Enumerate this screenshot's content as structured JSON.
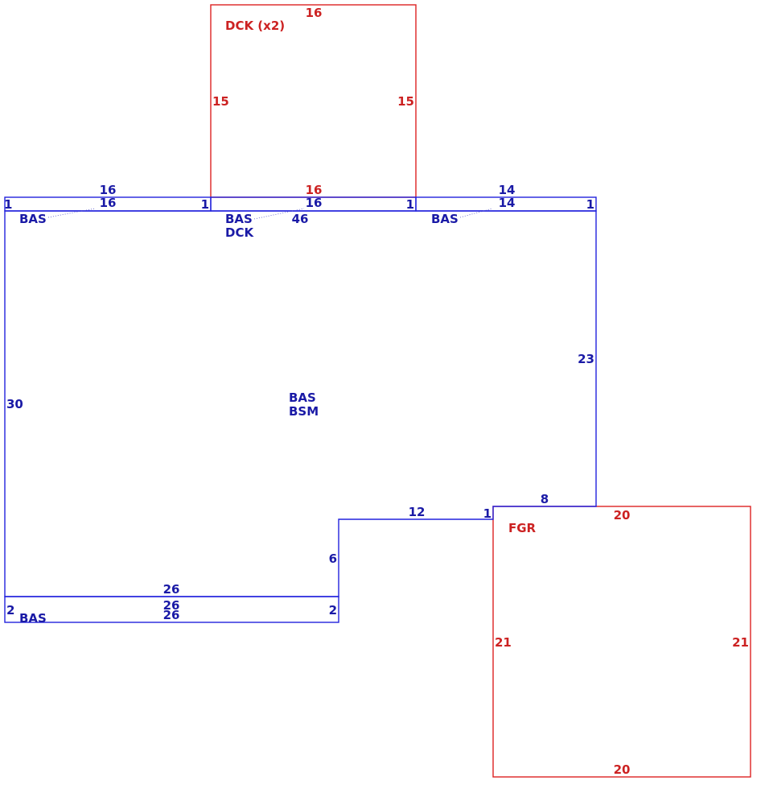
{
  "colors": {
    "blue": "#1a1aa6",
    "blue_line": "#2222dd",
    "red": "#cc2222",
    "red_line": "#dd2222"
  },
  "areas": {
    "deck_top": "DCK (x2)",
    "bas_strip_left": "BAS",
    "bas_strip_mid": "BAS",
    "dck_strip_mid": "DCK",
    "bas_strip_right": "BAS",
    "main_bas": "BAS",
    "main_bsm": "BSM",
    "fgr": "FGR",
    "bas_bottom": "BAS"
  },
  "dims": {
    "deck_top": "16",
    "deck_left": "15",
    "deck_right": "15",
    "deck_bottom": "16",
    "strip_left_top_outer": "16",
    "strip_left_top_inner": "16",
    "strip_left_end_left": "1",
    "strip_left_end_right": "1",
    "strip_mid_top": "16",
    "strip_mid_right": "1",
    "strip_mid_overall": "46",
    "strip_right_top_outer": "14",
    "strip_right_top_inner": "14",
    "strip_right_end": "1",
    "right_wall": "23",
    "left_wall": "30",
    "step_top": "8",
    "step_mid": "12",
    "step_end": "1",
    "inner_wall": "6",
    "bottom_wall": "26",
    "bottom_strip_top": "26",
    "bottom_strip_bottom": "26",
    "bottom_strip_left": "2",
    "bottom_strip_right": "2",
    "fgr_top": "20",
    "fgr_left": "21",
    "fgr_right": "21",
    "fgr_bottom": "20"
  }
}
